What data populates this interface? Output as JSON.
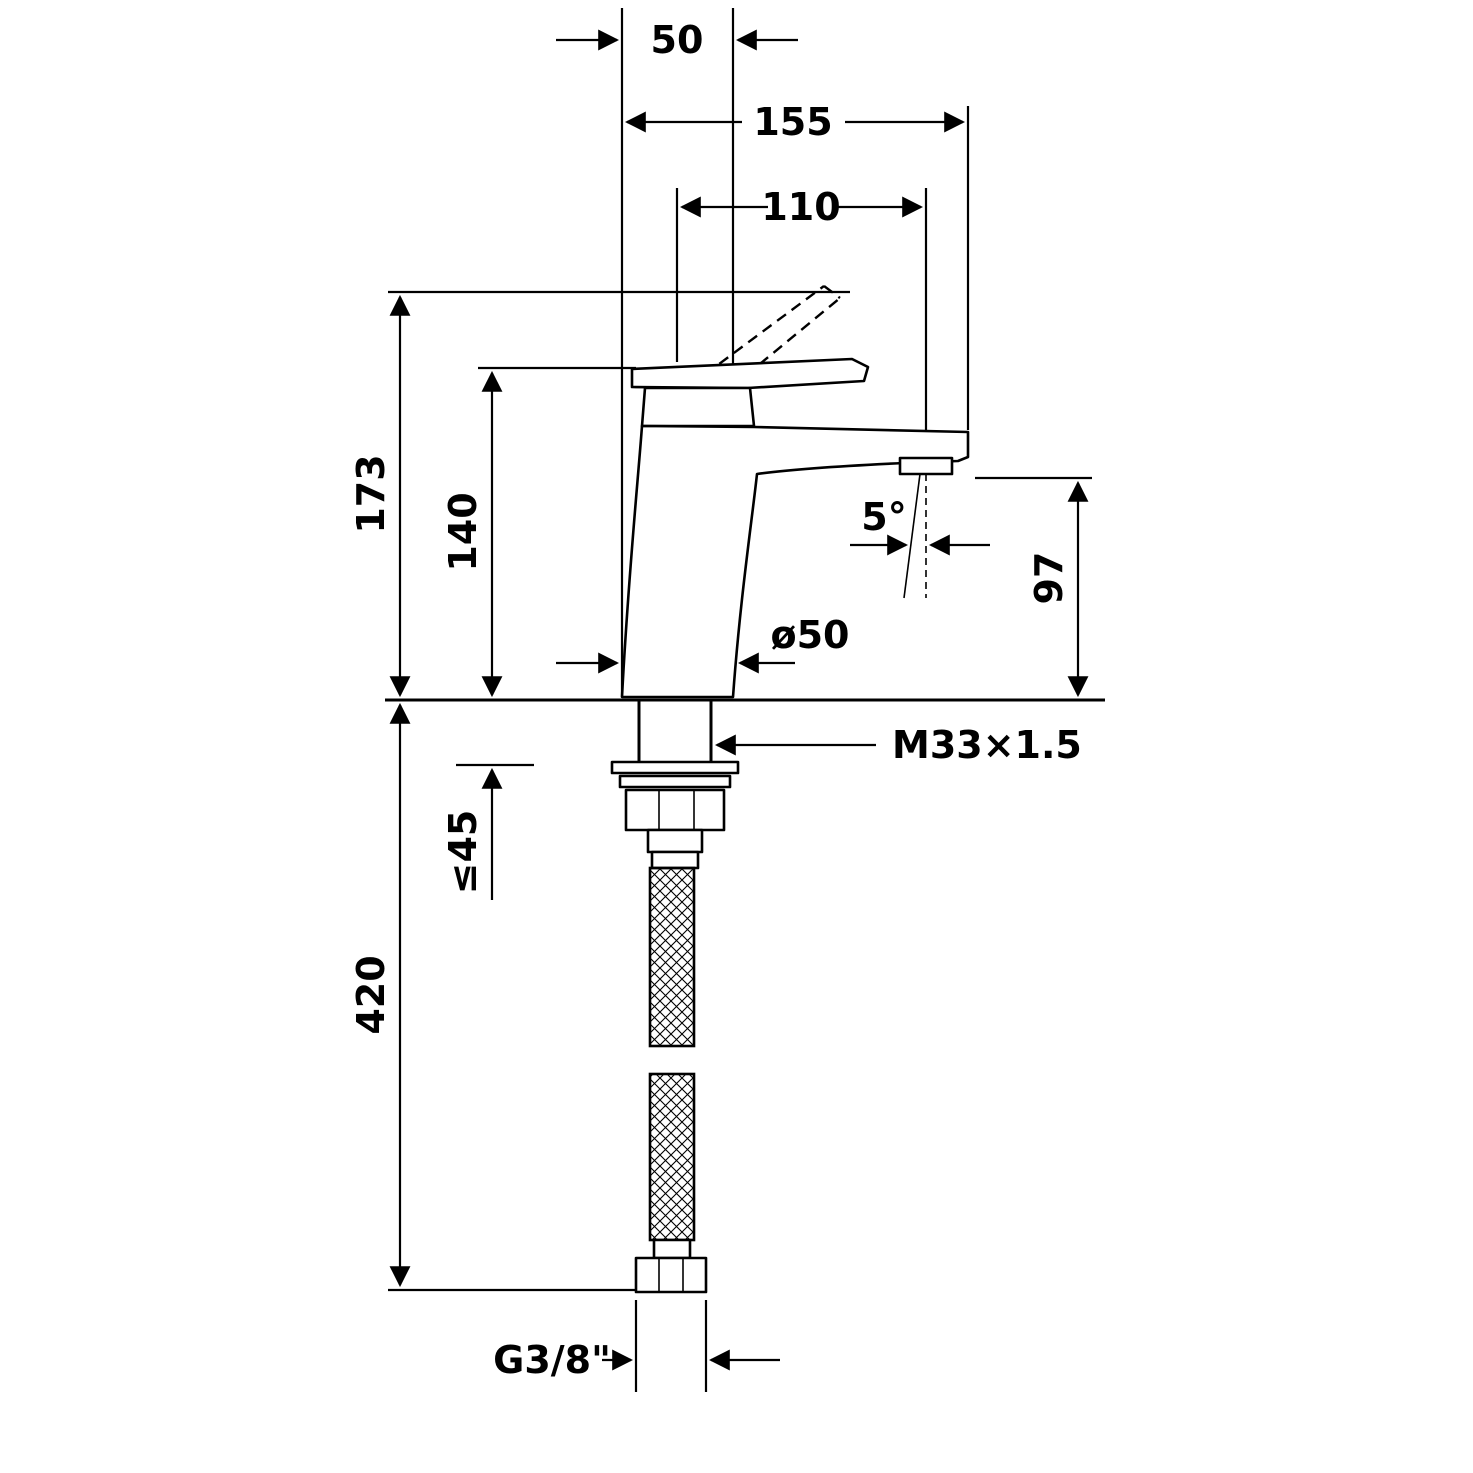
{
  "drawing": {
    "type": "technical-dimension-drawing",
    "subject": "single-lever-basin-faucet-side-view",
    "colors": {
      "ink": "#000000",
      "paper": "#ffffff"
    },
    "labels": {
      "width_top": "50",
      "depth_total": "155",
      "spout_reach": "110",
      "height_lever": "173",
      "height_body": "140",
      "spout_angle": "5°",
      "outlet_height": "97",
      "base_diameter": "ø50",
      "shank_thread": "M33×1.5",
      "deck_max_thickness": "≤45",
      "hose_length": "420",
      "hose_connection": "G3/8\""
    }
  }
}
